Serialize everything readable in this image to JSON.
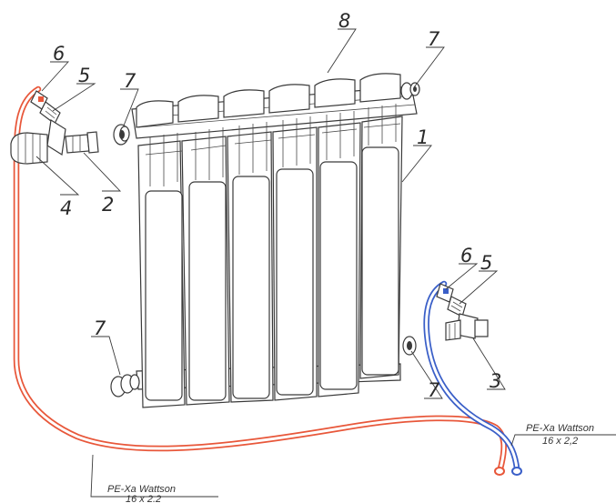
{
  "callouts": {
    "c1": "1",
    "c2": "2",
    "c3": "3",
    "c4": "4",
    "c5_top": "5",
    "c5_right": "5",
    "c6_top": "6",
    "c6_right": "6",
    "c7_top_left": "7",
    "c7_top_right": "7",
    "c7_bottom_left": "7",
    "c7_bottom_right": "7",
    "c8": "8"
  },
  "pipes": {
    "supply": {
      "name": "PE-Xa Wattson",
      "size": "16 x 2.2",
      "color": "#e8573a"
    },
    "return": {
      "name": "PE-Xa Wattson",
      "size": "16 x 2,2",
      "color": "#3a5fc8"
    }
  },
  "colors": {
    "line": "#3a3a3a",
    "background": "#ffffff"
  }
}
